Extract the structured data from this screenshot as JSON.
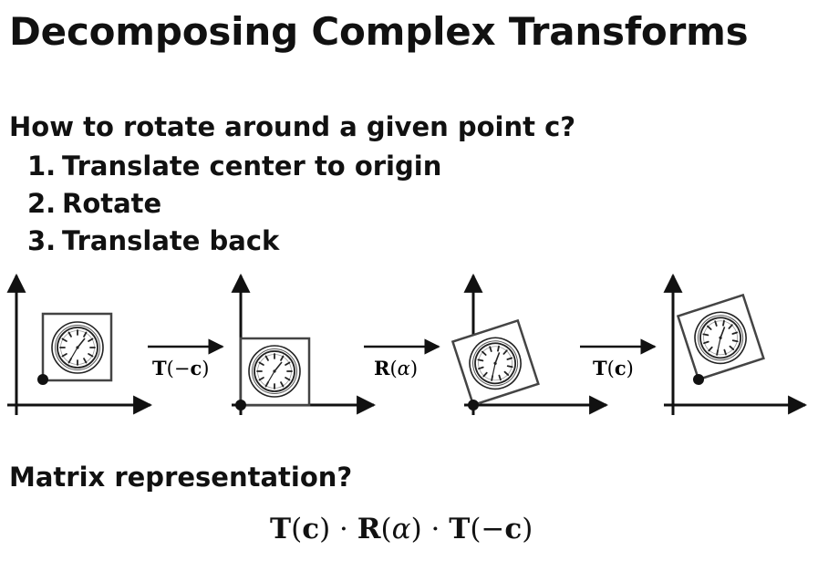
{
  "title": "Decomposing Complex Transforms",
  "question": "How to rotate around a given point c?",
  "steps": [
    {
      "num": "1.",
      "text": "Translate center to origin"
    },
    {
      "num": "2.",
      "text": "Rotate"
    },
    {
      "num": "3.",
      "text": "Translate back"
    }
  ],
  "transforms": [
    {
      "label_bold": "T",
      "label_rest": "(−",
      "label_arg": "c",
      "label_close": ")"
    },
    {
      "label_bold": "R",
      "label_rest": "(",
      "label_arg": "α",
      "label_close": ")"
    },
    {
      "label_bold": "T",
      "label_rest": "(",
      "label_arg": "c",
      "label_close": ")"
    }
  ],
  "matrix_question": "Matrix representation?",
  "formula": {
    "t1": "T",
    "t1_arg": "c",
    "dot": "·",
    "r": "R",
    "r_arg": "α",
    "t2": "T",
    "t2_arg": "c",
    "t2_minus": "−"
  },
  "colors": {
    "ink": "#111111",
    "box": "#444444",
    "clock_gray": "#bbbbbb"
  }
}
